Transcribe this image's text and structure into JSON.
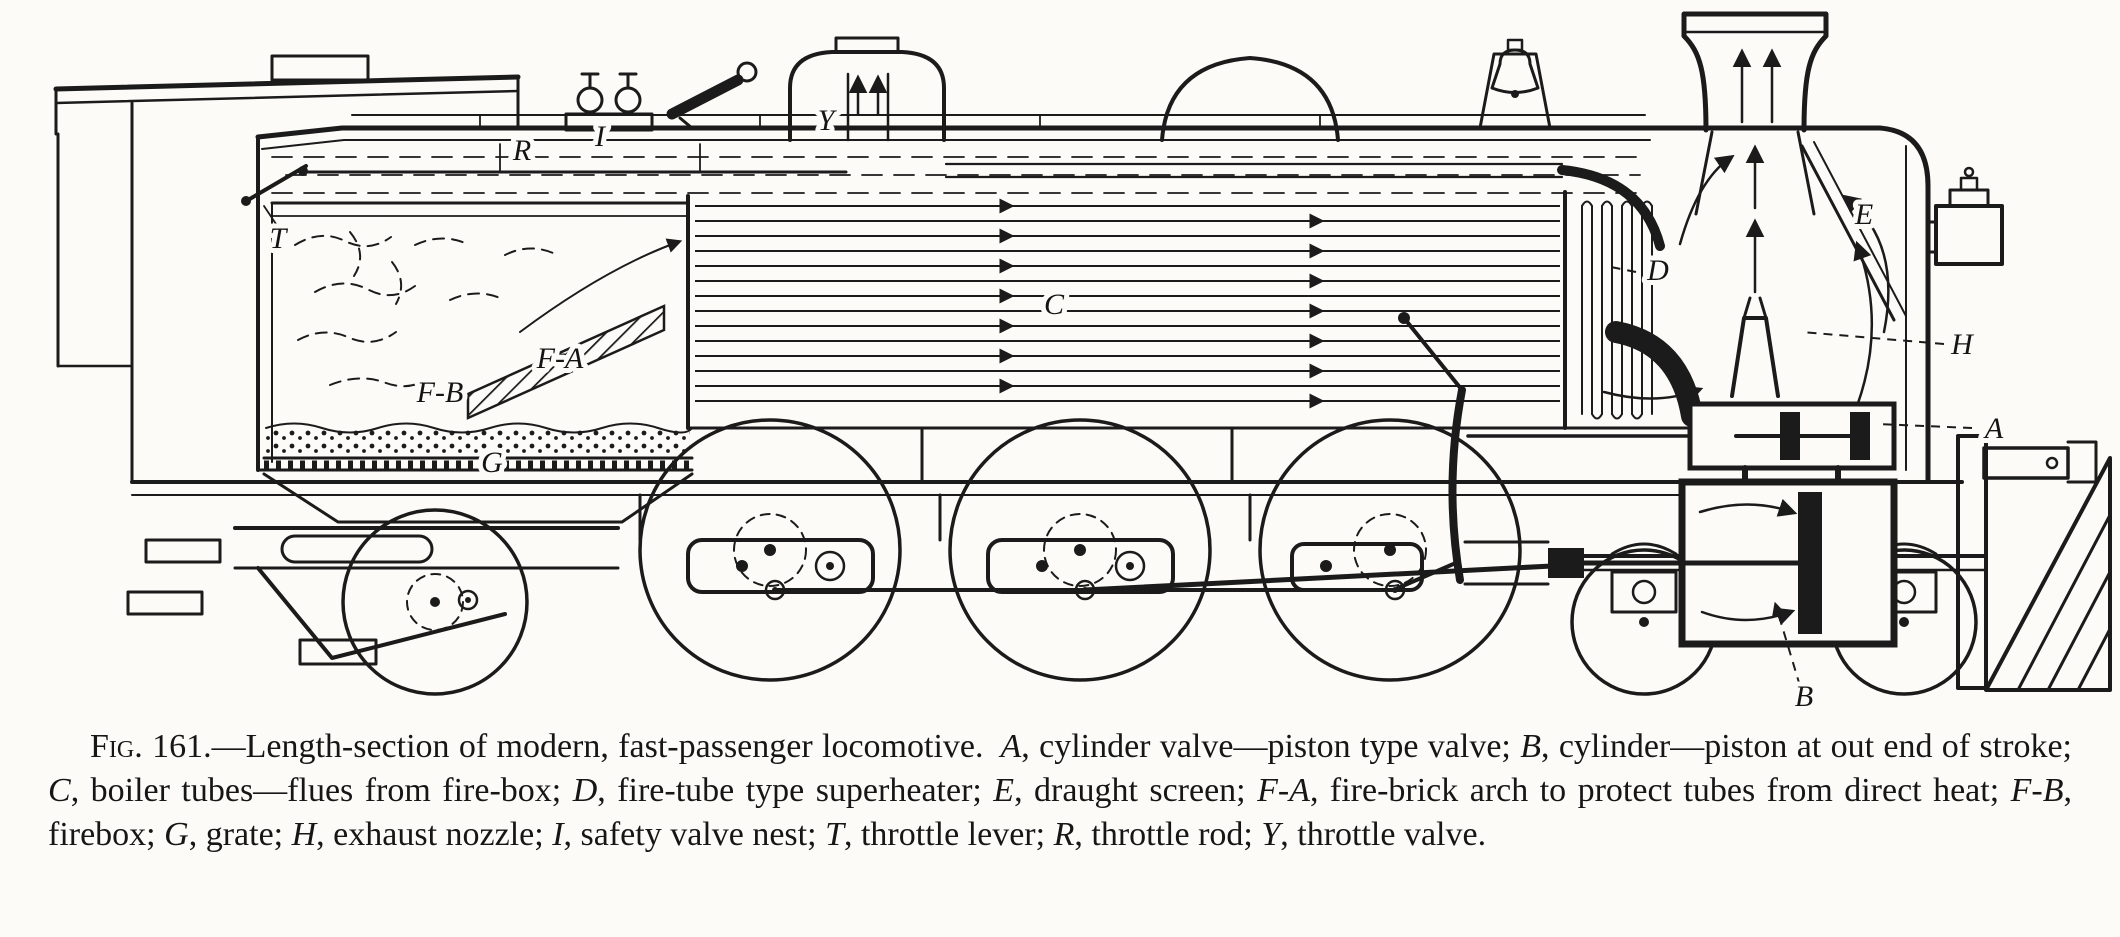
{
  "figure": {
    "labels": {
      "A": "A",
      "B": "B",
      "C": "C",
      "D": "D",
      "E": "E",
      "FA": "F-A",
      "FB": "F-B",
      "G": "G",
      "H": "H",
      "I": "I",
      "T": "T",
      "R": "R",
      "Y": "Y"
    }
  },
  "caption": {
    "segments": [
      {
        "text": "Fig. 161.",
        "style": "smallcaps"
      },
      {
        "text": "—Length-section of modern, fast-passenger locomotive. ",
        "style": "normal"
      },
      {
        "text": "A",
        "style": "italic"
      },
      {
        "text": ", cylinder valve—piston type valve; ",
        "style": "normal"
      },
      {
        "text": "B",
        "style": "italic"
      },
      {
        "text": ", cylinder—piston at out end of stroke; ",
        "style": "normal"
      },
      {
        "text": "C",
        "style": "italic"
      },
      {
        "text": ", boiler tubes—flues from fire-box; ",
        "style": "normal"
      },
      {
        "text": "D",
        "style": "italic"
      },
      {
        "text": ", fire-tube type superheater; ",
        "style": "normal"
      },
      {
        "text": "E",
        "style": "italic"
      },
      {
        "text": ", draught screen; ",
        "style": "normal"
      },
      {
        "text": "F-A",
        "style": "italic"
      },
      {
        "text": ", fire-brick arch to protect tubes from direct heat; ",
        "style": "normal"
      },
      {
        "text": "F-B",
        "style": "italic"
      },
      {
        "text": ", firebox; ",
        "style": "normal"
      },
      {
        "text": "G",
        "style": "italic"
      },
      {
        "text": ", grate; ",
        "style": "normal"
      },
      {
        "text": "H",
        "style": "italic"
      },
      {
        "text": ", exhaust nozzle; ",
        "style": "normal"
      },
      {
        "text": "I",
        "style": "italic"
      },
      {
        "text": ", safety valve nest; ",
        "style": "normal"
      },
      {
        "text": "T",
        "style": "italic"
      },
      {
        "text": ", throttle lever; ",
        "style": "normal"
      },
      {
        "text": "R",
        "style": "italic"
      },
      {
        "text": ", throttle rod; ",
        "style": "normal"
      },
      {
        "text": "Y",
        "style": "italic"
      },
      {
        "text": ", throttle valve.",
        "style": "normal"
      }
    ]
  },
  "colors": {
    "ink": "#1b1b1b",
    "paper": "#fcfbf7"
  }
}
